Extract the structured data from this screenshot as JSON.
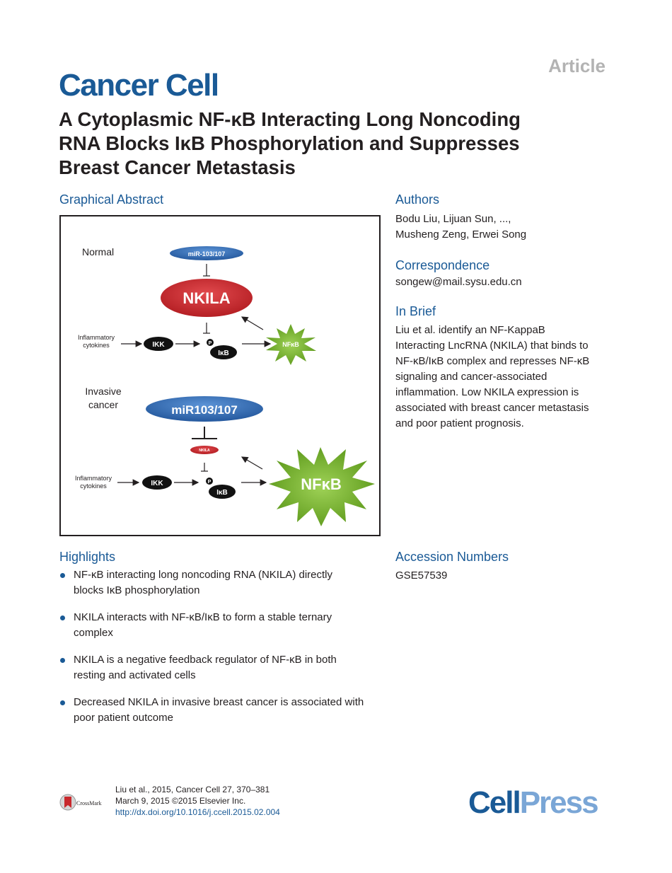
{
  "header": {
    "article_label": "Article",
    "journal": "Cancer Cell",
    "title_lines": [
      "A Cytoplasmic NF-κB Interacting Long Noncoding",
      "RNA Blocks IκB Phosphorylation and Suppresses",
      "Breast Cancer Metastasis"
    ]
  },
  "graphical_abstract": {
    "heading": "Graphical Abstract",
    "normal": {
      "label": "Normal",
      "mirna": "miR-103/107",
      "nkila": "NKILA",
      "stimulus_lines": [
        "Inflammatory",
        "cytokines"
      ],
      "ikk": "IKK",
      "phospho": "P",
      "ikb": "IκB",
      "nfkb": "NFκB"
    },
    "invasive": {
      "label_lines": [
        "Invasive",
        "cancer"
      ],
      "mirna": "miR103/107",
      "nkila": "NKILA",
      "stimulus_lines": [
        "Inflammatory",
        "cytokines"
      ],
      "ikk": "IKK",
      "phospho": "P",
      "ikb": "IκB",
      "nfkb": "NFκB"
    }
  },
  "authors": {
    "heading": "Authors",
    "lines": [
      "Bodu Liu, Lijuan Sun, ...,",
      "Musheng Zeng, Erwei Song"
    ]
  },
  "correspondence": {
    "heading": "Correspondence",
    "email": "songew@mail.sysu.edu.cn"
  },
  "in_brief": {
    "heading": "In Brief",
    "lines": [
      "Liu et al. identify an NF-KappaB",
      "Interacting LncRNA (NKILA) that binds to",
      "NF-κB/IκB complex and represses NF-κB",
      "signaling and cancer-associated",
      "inflammation. Low NKILA expression is",
      "associated with breast cancer metastasis",
      "and poor patient prognosis."
    ]
  },
  "highlights": {
    "heading": "Highlights",
    "items": [
      [
        "NF-κB interacting long noncoding RNA (NKILA) directly",
        "blocks IκB phosphorylation"
      ],
      [
        "NKILA interacts with NF-κB/IκB to form a stable ternary",
        "complex"
      ],
      [
        "NKILA is a negative feedback regulator of NF-κB in both",
        "resting and activated cells"
      ],
      [
        "Decreased NKILA in invasive breast cancer is associated with",
        "poor patient outcome"
      ]
    ]
  },
  "accession": {
    "heading": "Accession Numbers",
    "value": "GSE57539"
  },
  "footer": {
    "citation": "Liu et al., 2015, Cancer Cell 27, 370–381",
    "date": "March 9, 2015 ©2015 Elsevier Inc.",
    "doi": "http://dx.doi.org/10.1016/j.ccell.2015.02.004",
    "crossmark": "CrossMark",
    "publisher_cell": "Cell",
    "publisher_press": "Press"
  },
  "colors": {
    "brand_blue": "#1a5a96",
    "publisher_light_blue": "#7aa6d6",
    "nkila_red": "#c8282c",
    "mirna_blue": "#2e6db5",
    "nfkb_green": "#6aa524",
    "article_gray": "#b3b3b3"
  }
}
